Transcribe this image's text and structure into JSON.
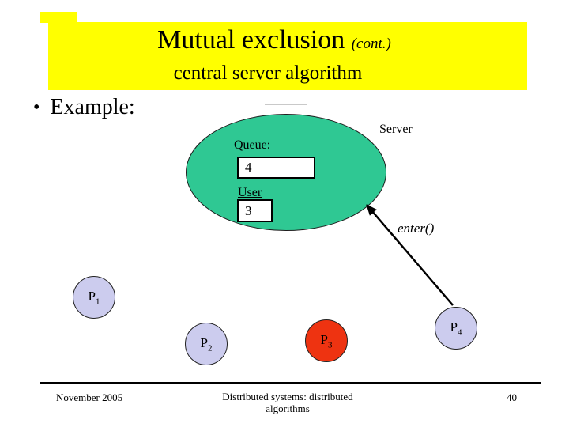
{
  "title": {
    "line1": "Mutual exclusion",
    "cont": "(cont.)",
    "line2": "central server algorithm"
  },
  "body": {
    "bullet_glyph": "•",
    "bullet_text": "Example:"
  },
  "diagram": {
    "server_label": "Server",
    "queue_label": "Queue:",
    "queue_value": "4",
    "user_label": "User",
    "user_value": "3",
    "enter_label": "enter()",
    "processes": [
      {
        "label": "P",
        "sub": "1"
      },
      {
        "label": "P",
        "sub": "2"
      },
      {
        "label": "P",
        "sub": "3"
      },
      {
        "label": "P",
        "sub": "4"
      }
    ]
  },
  "footer": {
    "date": "November 2005",
    "course_line1": "Distributed systems: distributed",
    "course_line2": "algorithms",
    "page": "40"
  },
  "colors": {
    "banner": "#FFFF00",
    "server_fill": "#2FC893",
    "process_fill": "#CCCCEE",
    "active_process_fill": "#EE3311",
    "text": "#000000"
  }
}
